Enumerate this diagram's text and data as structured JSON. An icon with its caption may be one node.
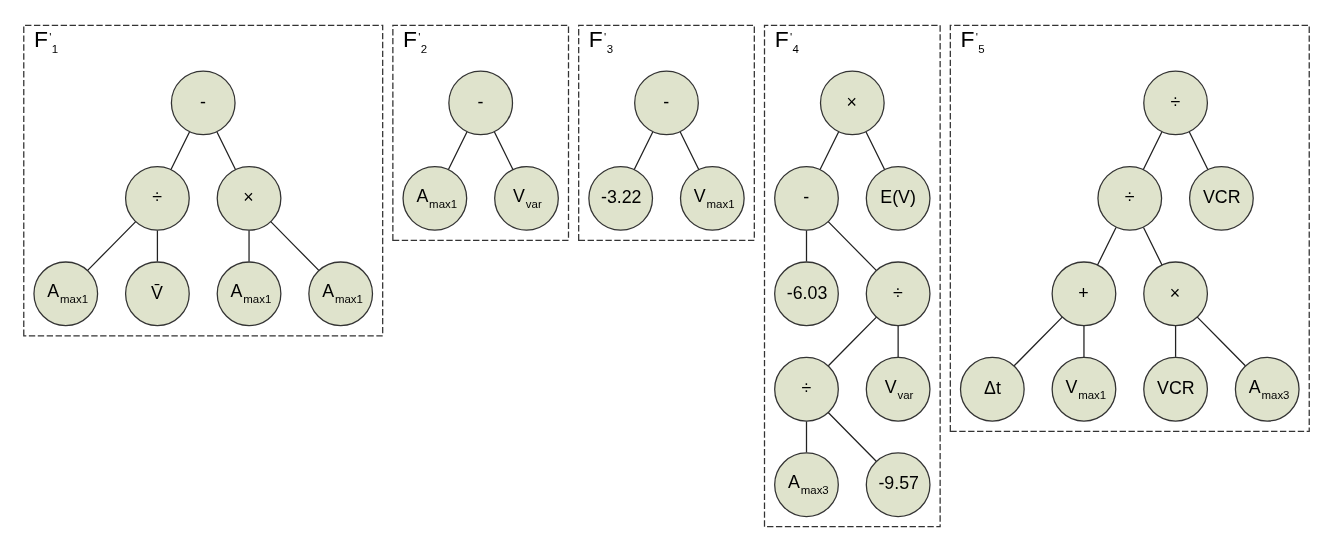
{
  "diagram": {
    "nodes": [
      {
        "text": [
          "F$^{'}$$_{1}$"
        ]
      },
      {
        "text": [
          "-"
        ],
        "in": 0
      },
      {
        "text": [
          "÷"
        ],
        "in": 0
      },
      {
        "text": [
          "×"
        ],
        "in": 0
      },
      {
        "text": [
          "A$_{max1}$"
        ],
        "in": 0
      },
      {
        "text": [
          "V̄"
        ],
        "in": 0
      },
      {
        "text": [
          "A$_{max1}$"
        ],
        "in": 0
      },
      {
        "text": [
          "A$_{max1}$"
        ],
        "in": 0
      },
      {
        "text": [
          "F$^{'}$$_{2}$"
        ]
      },
      {
        "text": [
          "-"
        ],
        "in": 8
      },
      {
        "text": [
          "A$_{max1}$"
        ],
        "in": 8
      },
      {
        "text": [
          "V$_{var}$"
        ],
        "in": 8
      },
      {
        "text": [
          "F$^{'}$$_{3}$"
        ]
      },
      {
        "text": [
          "-"
        ],
        "in": 12
      },
      {
        "text": [
          "-3.22"
        ],
        "in": 12
      },
      {
        "text": [
          "V$_{max1}$"
        ],
        "in": 12
      },
      {
        "text": [
          "F$^{'}$$_{4}$"
        ]
      },
      {
        "text": [
          "×"
        ],
        "in": 16
      },
      {
        "text": [
          "-"
        ],
        "in": 16
      },
      {
        "text": [
          "E(V)"
        ],
        "in": 16
      },
      {
        "text": [
          "-6.03"
        ],
        "in": 16
      },
      {
        "text": [
          "÷"
        ],
        "in": 16
      },
      {
        "text": [
          "÷"
        ],
        "in": 16
      },
      {
        "text": [
          "V$_{var}$"
        ],
        "in": 16
      },
      {
        "text": [
          "A$_{max3}$"
        ],
        "in": 16
      },
      {
        "text": [
          "-9.57"
        ],
        "in": 16
      },
      {
        "text": [
          "F$^{'}$$_{5}$"
        ]
      },
      {
        "text": [
          "÷"
        ],
        "in": 26
      },
      {
        "text": [
          "÷"
        ],
        "in": 26
      },
      {
        "text": [
          "VCR"
        ],
        "in": 26
      },
      {
        "text": [
          "+"
        ],
        "in": 26
      },
      {
        "text": [
          "×"
        ],
        "in": 26
      },
      {
        "text": [
          "Δt"
        ],
        "in": 26
      },
      {
        "text": [
          "V$_{max1}$"
        ],
        "in": 26
      },
      {
        "text": [
          "VCR"
        ],
        "in": 26
      },
      {
        "text": [
          "A$_{max3}$"
        ],
        "in": 26
      }
    ],
    "edges": [
      {
        "from": 1,
        "to": 2,
        "arrow": "none"
      },
      {
        "from": 1,
        "to": 3,
        "arrow": "none"
      },
      {
        "from": 2,
        "to": 4,
        "arrow": "none"
      },
      {
        "from": 2,
        "to": 5,
        "arrow": "none"
      },
      {
        "from": 3,
        "to": 6,
        "arrow": "none"
      },
      {
        "from": 3,
        "to": 7,
        "arrow": "none"
      },
      {
        "from": 9,
        "to": 10,
        "arrow": "none"
      },
      {
        "from": 9,
        "to": 11,
        "arrow": "none"
      },
      {
        "from": 13,
        "to": 14,
        "arrow": "none"
      },
      {
        "from": 13,
        "to": 15,
        "arrow": "none"
      },
      {
        "from": 17,
        "to": 18,
        "arrow": "none"
      },
      {
        "from": 17,
        "to": 19,
        "arrow": "none"
      },
      {
        "from": 18,
        "to": 20,
        "arrow": "none"
      },
      {
        "from": 18,
        "to": 21,
        "arrow": "none"
      },
      {
        "from": 21,
        "to": 22,
        "arrow": "none"
      },
      {
        "from": 21,
        "to": 23,
        "arrow": "none"
      },
      {
        "from": 22,
        "to": 24,
        "arrow": "none"
      },
      {
        "from": 22,
        "to": 25,
        "arrow": "none"
      },
      {
        "from": 27,
        "to": 28,
        "arrow": "none"
      },
      {
        "from": 27,
        "to": 29,
        "arrow": "none"
      },
      {
        "from": 28,
        "to": 30,
        "arrow": "none"
      },
      {
        "from": 28,
        "to": 31,
        "arrow": "none"
      },
      {
        "from": 30,
        "to": 32,
        "arrow": "none"
      },
      {
        "from": 30,
        "to": 33,
        "arrow": "none"
      },
      {
        "from": 31,
        "to": 34,
        "arrow": "none"
      },
      {
        "from": 31,
        "to": 35,
        "arrow": "none"
      }
    ]
  }
}
